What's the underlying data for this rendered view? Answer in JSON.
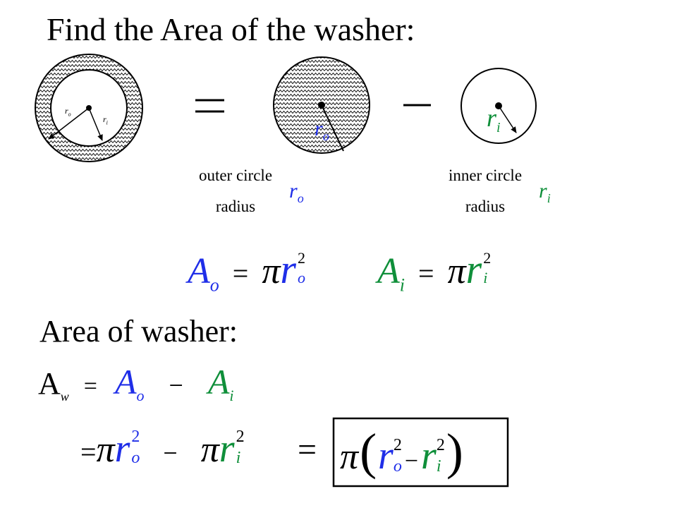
{
  "slide": {
    "title": "Find the Area of the washer:",
    "outer_label_line1": "outer circle",
    "outer_label_line2": "radius",
    "inner_label_line1": "inner circle",
    "inner_label_line2": "radius",
    "area_heading": "Area of washer:"
  },
  "symbols": {
    "r": "r",
    "o": "o",
    "i": "i",
    "A": "A",
    "w": "w",
    "pi": "π",
    "equals": "=",
    "minus": "−",
    "sq": "2",
    "open_paren": "(",
    "close_paren": ")"
  },
  "colors": {
    "outer": "#1f2ee8",
    "inner": "#0f8f3a",
    "hatch": "#000000"
  }
}
